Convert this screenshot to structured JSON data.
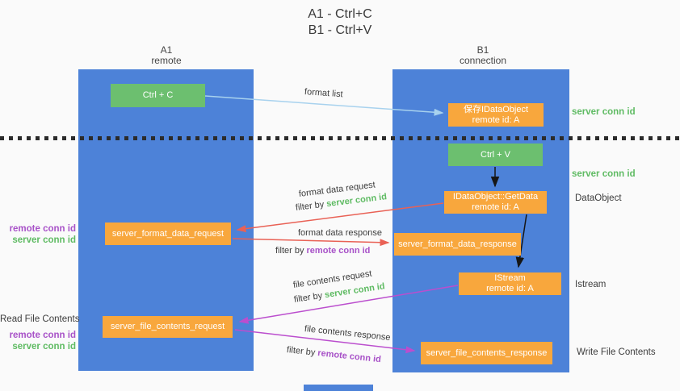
{
  "title": {
    "line1": "A1 - Ctrl+C",
    "line2": "B1 - Ctrl+V"
  },
  "columns": {
    "left": {
      "name": "A1",
      "role": "remote"
    },
    "right": {
      "name": "B1",
      "role": "connection"
    }
  },
  "nodes": {
    "ctrl_c": {
      "label": "Ctrl + C"
    },
    "ctrl_v": {
      "label": "Ctrl + V"
    },
    "save_dataobject": {
      "line1": "保存IDataObject",
      "line2": "remote id: A"
    },
    "getdata": {
      "line1": "IDataObject::GetData",
      "line2": "remote id: A"
    },
    "istream": {
      "line1": "IStream",
      "line2": "remote id: A"
    },
    "format_request": {
      "label": "server_format_data_request"
    },
    "format_response": {
      "label": "server_format_data_response"
    },
    "file_request": {
      "label": "server_file_contents_request"
    },
    "file_response": {
      "label": "server_file_contents_response"
    }
  },
  "arrow_labels": {
    "format_list": "format list",
    "format_data_request": "format data request",
    "format_data_response": "format data response",
    "file_contents_request": "file contents request",
    "file_contents_response": "file contents response",
    "filter_by": "filter by",
    "server_conn_id": "server conn id",
    "remote_conn_id": "remote conn id"
  },
  "side_labels": {
    "server_conn_id_top": "server conn id",
    "server_conn_id_mid": "server conn id",
    "dataobject": "DataObject",
    "istream": "Istream",
    "write_file_contents": "Write File Contents",
    "read_file_contents": "Read File Contents",
    "remote_conn_id_upper": "remote conn id",
    "server_conn_id_upper": "server conn id",
    "remote_conn_id_lower": "remote conn id",
    "server_conn_id_lower": "server conn id"
  },
  "colors": {
    "column_blue": "#4d82d8",
    "box_orange": "#f8a73d",
    "button_green": "#6cbf6f",
    "green_text": "#5fbb63",
    "purple_text": "#a852c8",
    "red_arrow": "#e96155",
    "magenta_arrow": "#bb4ece",
    "light_blue_arrow": "#a8d2ee",
    "dark_text": "#3d3d3d"
  }
}
